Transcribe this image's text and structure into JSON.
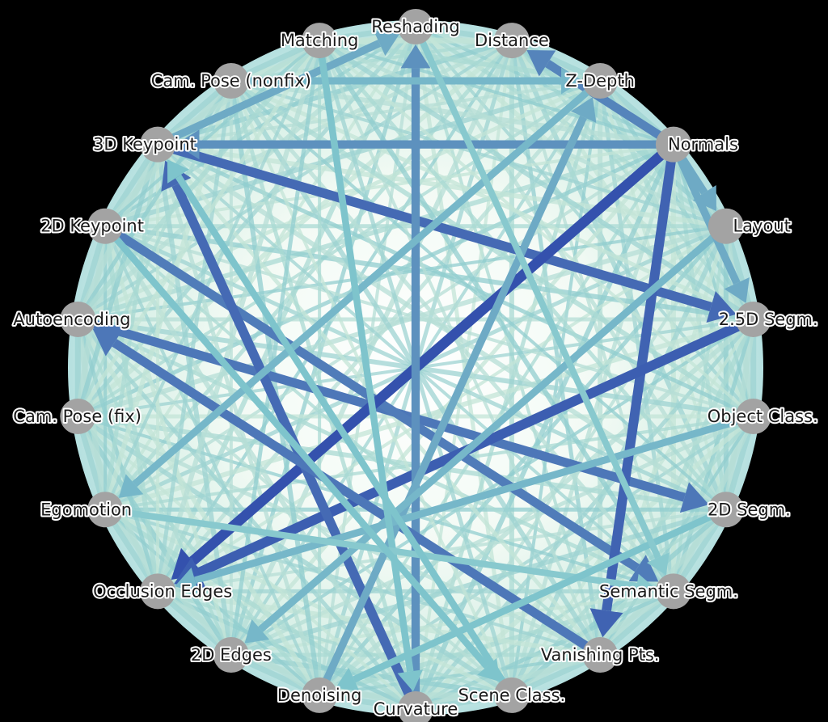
{
  "nodes": [
    {
      "id": "reshading",
      "label": "Reshading"
    },
    {
      "id": "distance",
      "label": "Distance"
    },
    {
      "id": "z-depth",
      "label": "Z-Depth"
    },
    {
      "id": "normals",
      "label": "Normals"
    },
    {
      "id": "layout",
      "label": "Layout"
    },
    {
      "id": "segm-25d",
      "label": "2.5D Segm."
    },
    {
      "id": "object-class",
      "label": "Object Class."
    },
    {
      "id": "segm-2d",
      "label": "2D Segm."
    },
    {
      "id": "semantic-segm",
      "label": "Semantic Segm."
    },
    {
      "id": "vanishing-pts",
      "label": "Vanishing Pts."
    },
    {
      "id": "scene-class",
      "label": "Scene Class."
    },
    {
      "id": "curvature",
      "label": "Curvature"
    },
    {
      "id": "denoising",
      "label": "Denoising"
    },
    {
      "id": "edges-2d",
      "label": "2D Edges"
    },
    {
      "id": "occlusion-edges",
      "label": "Occlusion Edges"
    },
    {
      "id": "egomotion",
      "label": "Egomotion"
    },
    {
      "id": "cam-pose-fix",
      "label": "Cam. Pose (fix)"
    },
    {
      "id": "autoencoding",
      "label": "Autoencoding"
    },
    {
      "id": "keypoint-2d",
      "label": "2D Keypoint"
    },
    {
      "id": "keypoint-3d",
      "label": "3D Keypoint"
    },
    {
      "id": "cam-pose-nonfix",
      "label": "Cam. Pose (nonfix)"
    },
    {
      "id": "matching",
      "label": "Matching"
    }
  ],
  "edges": [
    {
      "from": "keypoint-3d",
      "to": "segm-25d",
      "weight": 0.85
    },
    {
      "from": "autoencoding",
      "to": "segm-2d",
      "weight": 0.8
    },
    {
      "from": "keypoint-2d",
      "to": "semantic-segm",
      "weight": 0.78
    },
    {
      "from": "normals",
      "to": "vanishing-pts",
      "weight": 0.88
    },
    {
      "from": "normals",
      "to": "keypoint-3d",
      "weight": 0.7
    },
    {
      "from": "normals",
      "to": "occlusion-edges",
      "weight": 0.95
    },
    {
      "from": "segm-25d",
      "to": "occlusion-edges",
      "weight": 0.9
    },
    {
      "from": "normals",
      "to": "distance",
      "weight": 0.75
    },
    {
      "from": "curvature",
      "to": "keypoint-3d",
      "weight": 0.85
    },
    {
      "from": "curvature",
      "to": "reshading",
      "weight": 0.7
    },
    {
      "from": "vanishing-pts",
      "to": "autoencoding",
      "weight": 0.8
    },
    {
      "from": "denoising",
      "to": "z-depth",
      "weight": 0.6
    },
    {
      "from": "keypoint-3d",
      "to": "reshading",
      "weight": 0.6
    },
    {
      "from": "z-depth",
      "to": "egomotion",
      "weight": 0.55
    },
    {
      "from": "layout",
      "to": "edges-2d",
      "weight": 0.55
    },
    {
      "from": "object-class",
      "to": "occlusion-edges",
      "weight": 0.55
    },
    {
      "from": "normals",
      "to": "layout",
      "weight": 0.6
    },
    {
      "from": "normals",
      "to": "segm-25d",
      "weight": 0.6
    },
    {
      "from": "cam-pose-nonfix",
      "to": "z-depth",
      "weight": 0.55
    },
    {
      "from": "matching",
      "to": "curvature",
      "weight": 0.5
    },
    {
      "from": "egomotion",
      "to": "semantic-segm",
      "weight": 0.45
    },
    {
      "from": "keypoint-2d",
      "to": "scene-class",
      "weight": 0.5
    },
    {
      "from": "scene-class",
      "to": "keypoint-3d",
      "weight": 0.5
    },
    {
      "from": "segm-2d",
      "to": "denoising",
      "weight": 0.5
    },
    {
      "from": "reshading",
      "to": "semantic-segm",
      "weight": 0.45
    }
  ]
}
